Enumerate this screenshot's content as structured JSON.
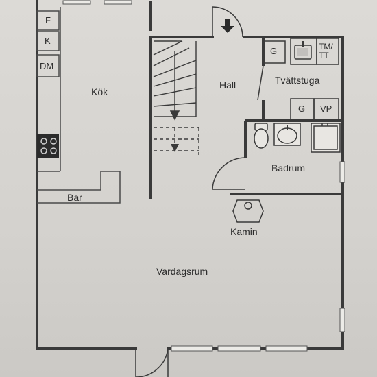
{
  "rooms": {
    "kitchen": "Kök",
    "hall": "Hall",
    "laundry": "Tvättstuga",
    "bathroom": "Badrum",
    "living": "Vardagsrum",
    "fireplace": "Kamin",
    "bar": "Bar"
  },
  "appliances": {
    "fridge": "F",
    "freezer": "K",
    "dishwasher": "DM",
    "laundry_cabinet": "G",
    "washer_dryer": "TM/\nTT",
    "laundry_cabinet_2": "G",
    "heat_pump": "VP"
  },
  "colors": {
    "wall": "#3a3a3a",
    "wall_light": "#6a6a6a",
    "paper": "#dcdad6"
  }
}
